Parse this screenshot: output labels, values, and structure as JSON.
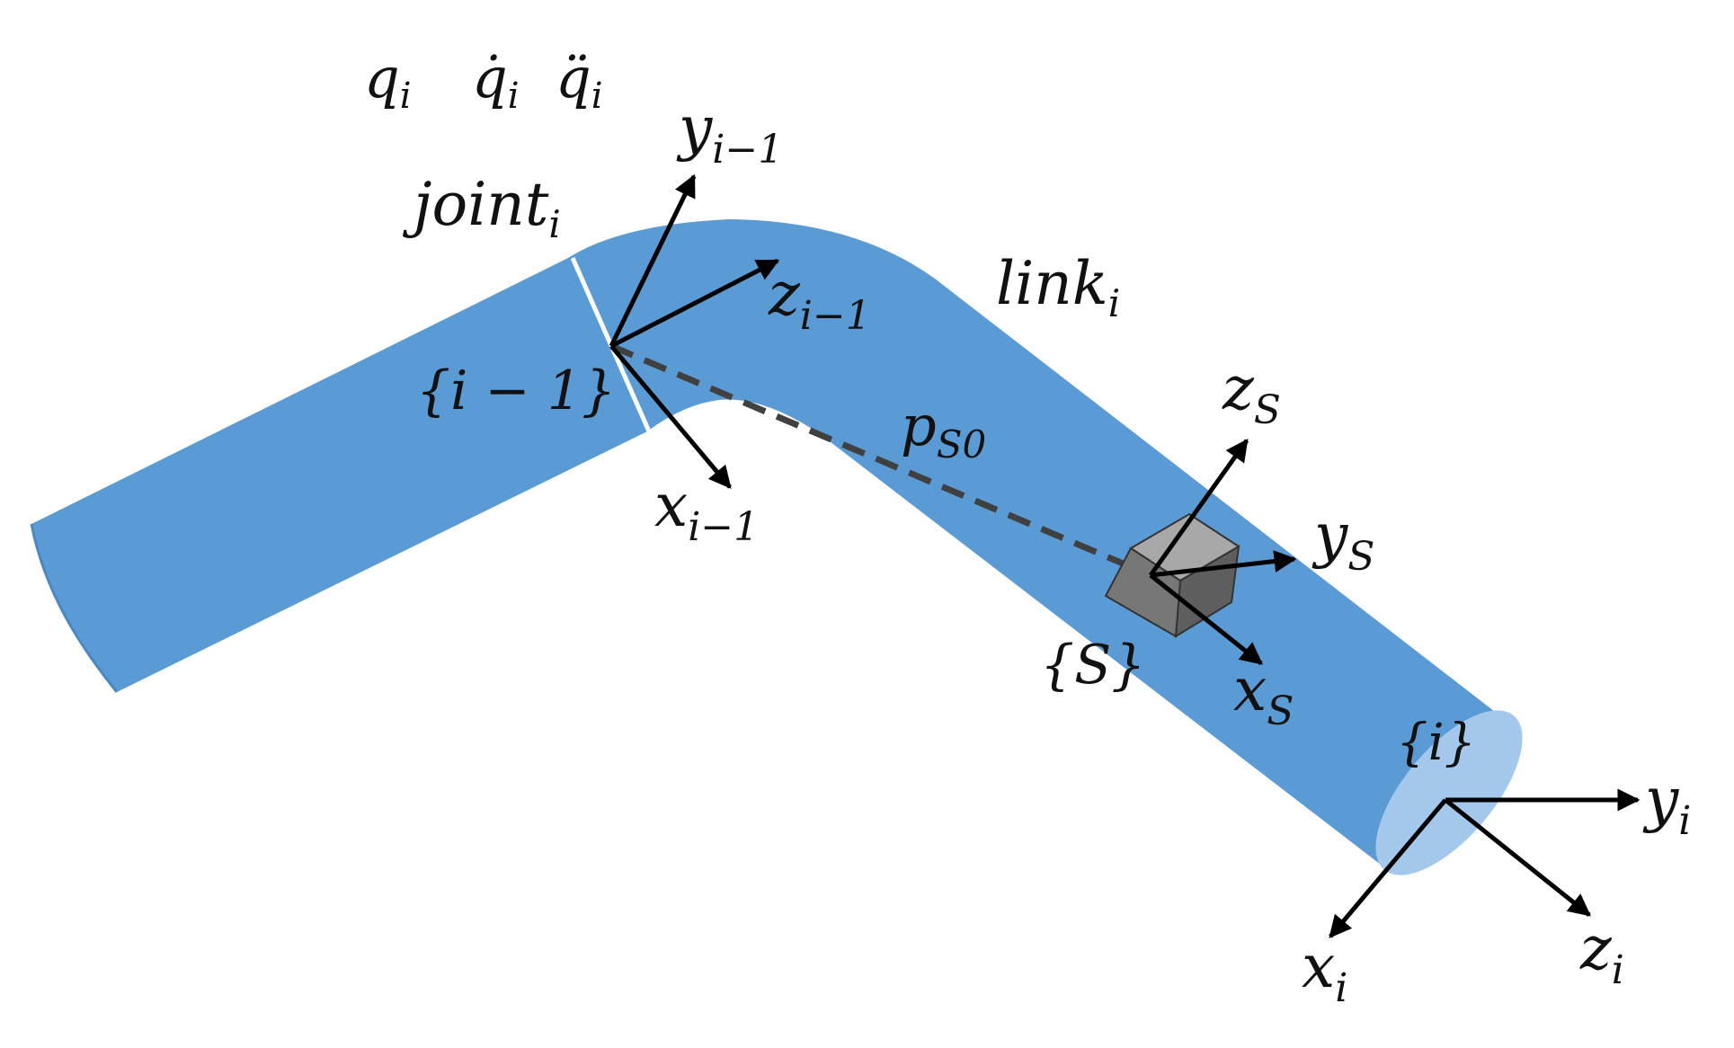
{
  "colors": {
    "link_fill": "#5b9bd5",
    "end_face": "#a4c8ec",
    "sensor_front": "#777777",
    "sensor_top": "#a8a8a8",
    "sensor_side": "#5e5e5e",
    "dashed_vector": "#404040",
    "axis": "#000000"
  },
  "joint_vars": {
    "q": "q",
    "q_dot": "q̇",
    "q_ddot": "q̈",
    "sub": "i"
  },
  "joint_label": {
    "base": "joint",
    "sub": "i"
  },
  "link_label": {
    "base": "link",
    "sub": "i"
  },
  "vector_label": {
    "base": "p",
    "sub": "S0"
  },
  "frames": {
    "prev": {
      "name": "{i − 1}",
      "x": {
        "base": "x",
        "sub": "i−1"
      },
      "y": {
        "base": "y",
        "sub": "i−1"
      },
      "z": {
        "base": "z",
        "sub": "i−1"
      }
    },
    "sensor": {
      "name": "{S}",
      "x": {
        "base": "x",
        "sub": "S"
      },
      "y": {
        "base": "y",
        "sub": "S"
      },
      "z": {
        "base": "z",
        "sub": "S"
      }
    },
    "end": {
      "name": "{i}",
      "x": {
        "base": "x",
        "sub": "i"
      },
      "y": {
        "base": "y",
        "sub": "i"
      },
      "z": {
        "base": "z",
        "sub": "i"
      }
    }
  }
}
